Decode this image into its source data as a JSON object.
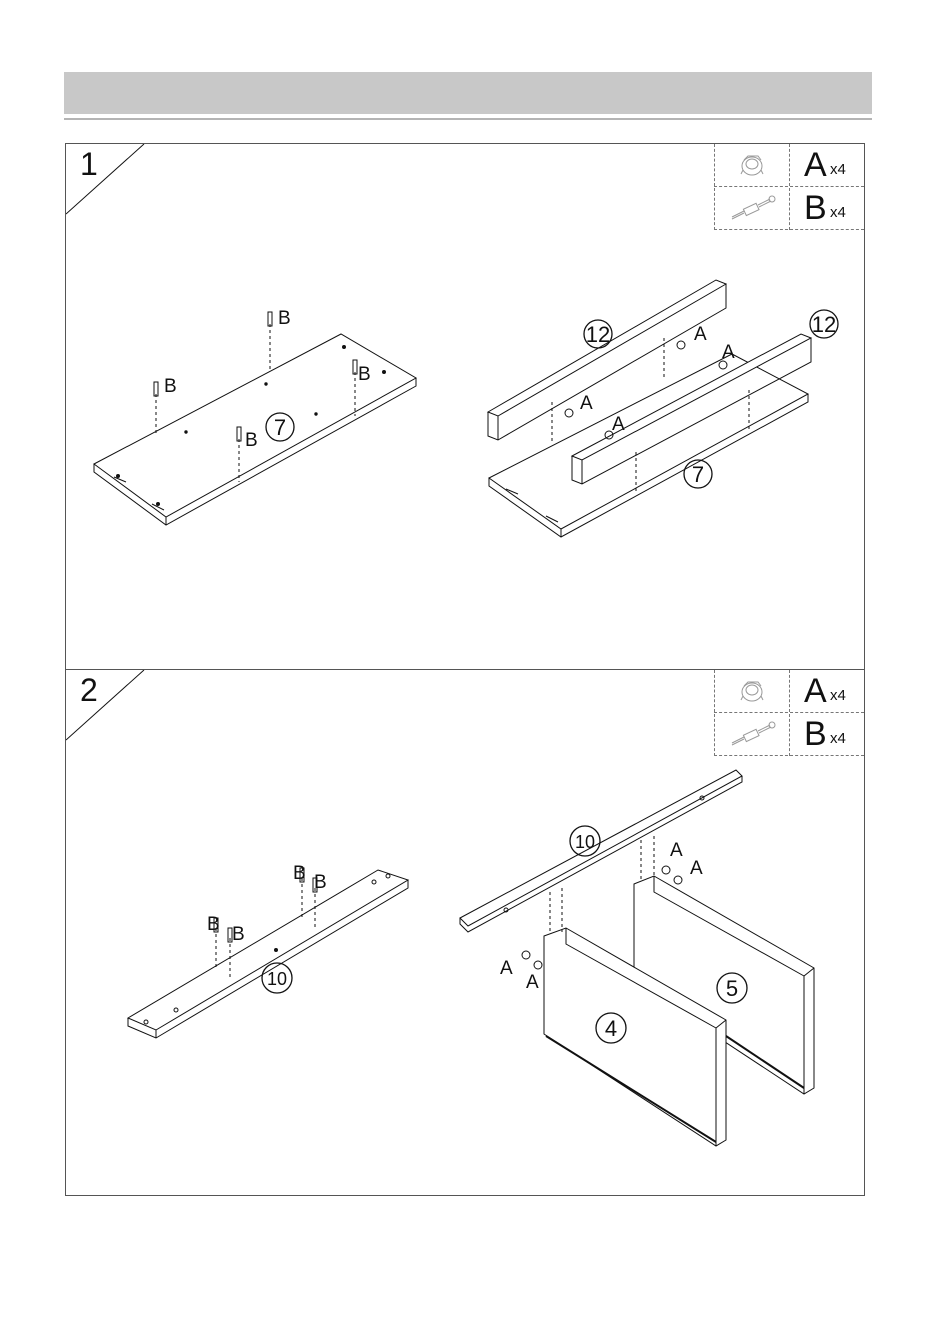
{
  "steps": [
    {
      "number": "1",
      "legend": [
        {
          "letter": "A",
          "qty": "x4",
          "icon": "cam-lock-icon"
        },
        {
          "letter": "B",
          "qty": "x4",
          "icon": "cam-bolt-icon"
        }
      ],
      "labels": {
        "b": "B",
        "a": "A"
      },
      "parts": {
        "shelf": "7",
        "rail": "12"
      }
    },
    {
      "number": "2",
      "legend": [
        {
          "letter": "A",
          "qty": "x4",
          "icon": "cam-lock-icon"
        },
        {
          "letter": "B",
          "qty": "x4",
          "icon": "cam-bolt-icon"
        }
      ],
      "labels": {
        "b": "B",
        "a": "A"
      },
      "parts": {
        "top": "10",
        "left_side": "4",
        "right_side": "5"
      }
    }
  ]
}
